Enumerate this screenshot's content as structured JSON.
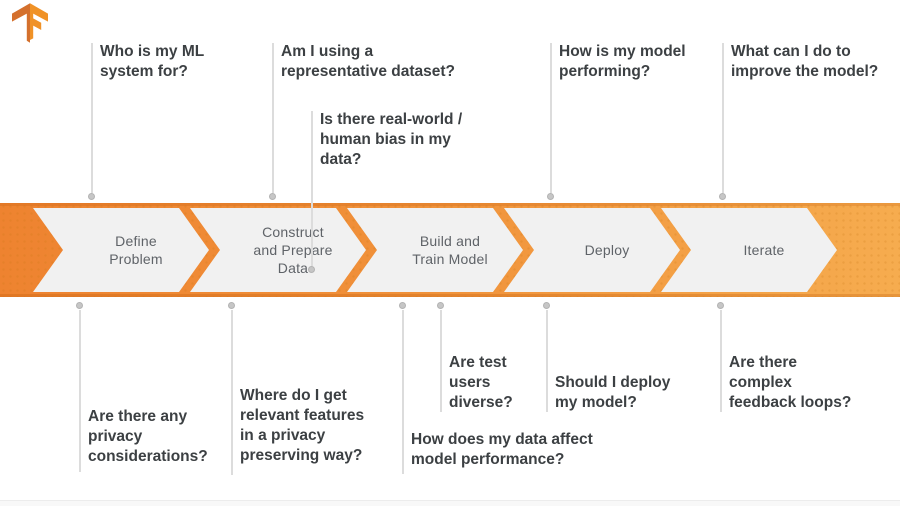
{
  "logo": {
    "name": "tensorflow-logo"
  },
  "pipeline": {
    "band_color_left": "#EE8330",
    "band_color_right": "#F6AC4F",
    "stage_fill": "#F1F1F1",
    "stages": [
      {
        "label": "Define\nProblem"
      },
      {
        "label": "Construct\nand Prepare\nData"
      },
      {
        "label": "Build and\nTrain Model"
      },
      {
        "label": "Deploy"
      },
      {
        "label": "Iterate"
      }
    ]
  },
  "questions_top": [
    {
      "text": "Who is my ML\nsystem for?"
    },
    {
      "text": "Am I using a\nrepresentative dataset?"
    },
    {
      "text": "Is there real-world /\nhuman bias in my\ndata?"
    },
    {
      "text": "How is my model\nperforming?"
    },
    {
      "text": "What can I do to\nimprove the model?"
    }
  ],
  "questions_bottom": [
    {
      "text": "Are there any\nprivacy\nconsiderations?"
    },
    {
      "text": "Where do I get\nrelevant features\nin a privacy\npreserving way?"
    },
    {
      "text": "How does my data affect\nmodel performance?"
    },
    {
      "text": "Are test\nusers\ndiverse?"
    },
    {
      "text": "Should I deploy\nmy model?"
    },
    {
      "text": "Are there\ncomplex\nfeedback loops?"
    }
  ]
}
